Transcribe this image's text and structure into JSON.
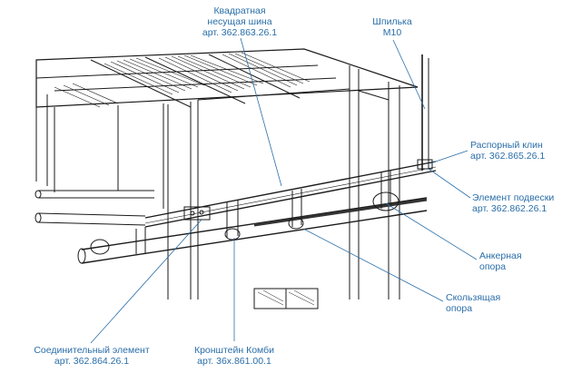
{
  "colors": {
    "callout": "#2a6ea8",
    "line": "#1a1a1a"
  },
  "labels": {
    "busbar": {
      "line1": "Квадратная",
      "line2": "несущая шина",
      "line3": "арт. 362.863.26.1"
    },
    "stud": {
      "line1": "Шпилька",
      "line2": "M10"
    },
    "wedge": {
      "line1": "Распорный клин",
      "line2": "арт. 362.865.26.1"
    },
    "hanger": {
      "line1": "Элемент подвески",
      "line2": "арт. 362.862.26.1"
    },
    "anchor": {
      "line1": "Анкерная",
      "line2": "опора"
    },
    "sliding": {
      "line1": "Скользящая",
      "line2": "опора"
    },
    "connector": {
      "line1": "Соединительный элемент",
      "line2": "арт. 362.864.26.1"
    },
    "bracket": {
      "line1": "Кронштейн Комби",
      "line2": "арт. 36x.861.00.1"
    }
  }
}
